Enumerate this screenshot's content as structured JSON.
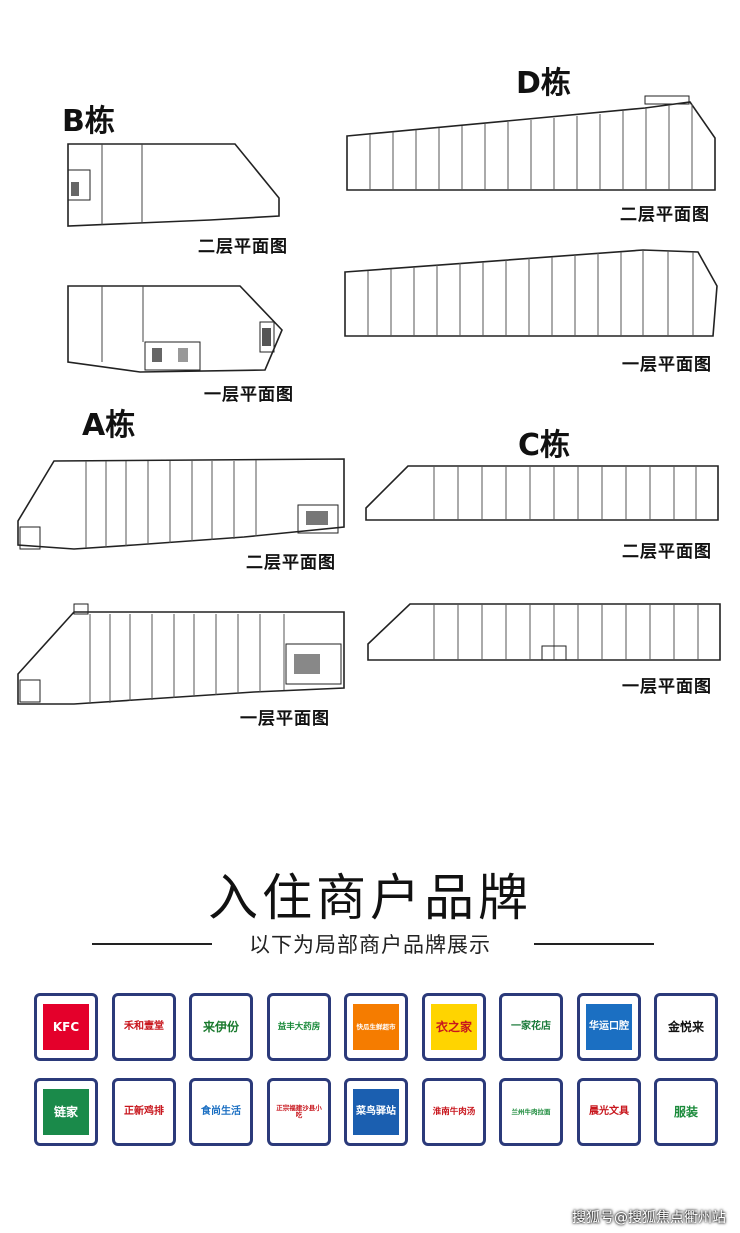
{
  "buildings": {
    "b": {
      "title": "B栋",
      "upper_label": "二层平面图",
      "lower_label": "一层平面图"
    },
    "d": {
      "title": "D栋",
      "upper_label": "二层平面图",
      "lower_label": "一层平面图"
    },
    "a": {
      "title": "A栋",
      "upper_label": "二层平面图",
      "lower_label": "一层平面图"
    },
    "c": {
      "title": "C栋",
      "upper_label": "二层平面图",
      "lower_label": "一层平面图"
    }
  },
  "brands": {
    "heading": "入住商户品牌",
    "subheading": "以下为局部商户品牌展示",
    "items": [
      {
        "label": "KFC",
        "icon": "kfc-logo-icon",
        "bg": "#e4002b",
        "fg": "#ffffff"
      },
      {
        "label": "禾和壹堂",
        "icon": "chicken-logo-icon",
        "bg": "#ffffff",
        "fg": "#c8161d"
      },
      {
        "label": "来伊份",
        "icon": "laiyifen-logo-icon",
        "bg": "#ffffff",
        "fg": "#1a7a2e"
      },
      {
        "label": "益丰大药房",
        "icon": "yifeng-logo-icon",
        "bg": "#ffffff",
        "fg": "#1a8a3a"
      },
      {
        "label": "快瓜生鲜超市",
        "icon": "bag-logo-icon",
        "bg": "#f57c00",
        "fg": "#ffffff"
      },
      {
        "label": "衣之家",
        "icon": "cartoon-logo-icon",
        "bg": "#ffd400",
        "fg": "#c8161d"
      },
      {
        "label": "一家花店",
        "icon": "flower-logo-icon",
        "bg": "#ffffff",
        "fg": "#1a7a3a"
      },
      {
        "label": "华运口腔",
        "icon": "huayun-logo-icon",
        "bg": "#1b6fc2",
        "fg": "#ffffff"
      },
      {
        "label": "金悦来",
        "icon": "jinyuelai-logo-icon",
        "bg": "#ffffff",
        "fg": "#111111"
      },
      {
        "label": "链家",
        "icon": "lianjia-logo-icon",
        "bg": "#1a8a4a",
        "fg": "#ffffff"
      },
      {
        "label": "正新鸡排",
        "icon": "zhengxin-logo-icon",
        "bg": "#ffffff",
        "fg": "#c8161d"
      },
      {
        "label": "食尚生活",
        "icon": "shishang-logo-icon",
        "bg": "#ffffff",
        "fg": "#1b6fc2"
      },
      {
        "label": "正宗福建沙县小吃",
        "icon": "shaxian-logo-icon",
        "bg": "#ffffff",
        "fg": "#c8161d"
      },
      {
        "label": "菜鸟驿站",
        "icon": "cainiao-logo-icon",
        "bg": "#1b5fb0",
        "fg": "#ffffff"
      },
      {
        "label": "淮南牛肉汤",
        "icon": "bull-logo-icon",
        "bg": "#ffffff",
        "fg": "#c8161d"
      },
      {
        "label": "兰州牛肉拉面",
        "icon": "lanzhou-logo-icon",
        "bg": "#ffffff",
        "fg": "#1a8a3a"
      },
      {
        "label": "晨光文具",
        "icon": "mg-logo-icon",
        "bg": "#ffffff",
        "fg": "#c8161d"
      },
      {
        "label": "服装",
        "icon": "shirt-logo-icon",
        "bg": "#ffffff",
        "fg": "#1a8a3a"
      }
    ]
  },
  "watermark": "搜狐号@搜狐焦点衢州站",
  "colors": {
    "frame": "#2b3a7a",
    "ink": "#111111"
  }
}
